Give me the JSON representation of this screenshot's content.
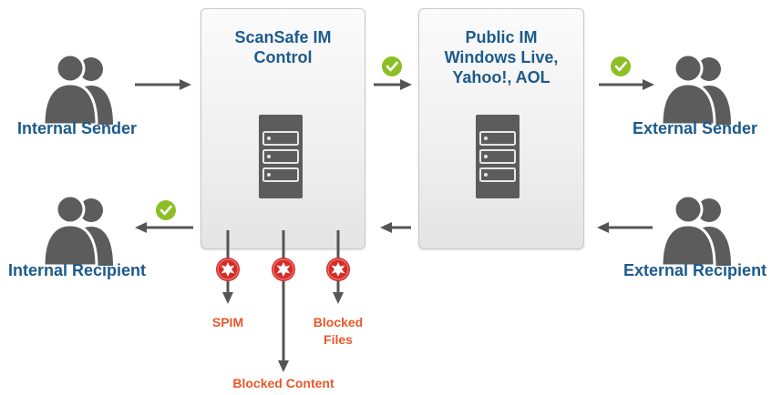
{
  "diagram": {
    "proxy_box": {
      "title_lines": [
        "ScanSafe IM",
        "Control"
      ],
      "icon": "server-icon"
    },
    "public_box": {
      "title_lines": [
        "Public IM",
        "Windows Live,",
        "Yahoo!, AOL"
      ],
      "icon": "server-icon"
    },
    "parties": {
      "internal_sender": {
        "label": "Internal Sender",
        "icon": "users-icon"
      },
      "internal_recipient": {
        "label": "Internal Recipient",
        "icon": "users-icon"
      },
      "external_sender": {
        "label": "External Sender",
        "icon": "users-icon"
      },
      "external_recipient": {
        "label": "External Recipient",
        "icon": "users-icon"
      }
    },
    "blocked_outputs": {
      "spim": {
        "label_lines": [
          "SPIM"
        ],
        "icon": "blocked-burst-icon"
      },
      "content": {
        "label_lines": [
          "Blocked Content"
        ],
        "icon": "blocked-burst-icon"
      },
      "files": {
        "label_lines": [
          "Blocked",
          "Files"
        ],
        "icon": "blocked-burst-icon"
      }
    },
    "icons": {
      "allowed": "check-circle-icon"
    },
    "colors": {
      "title_blue": "#1c5a8c",
      "blocked_orange": "#e8572a",
      "check_green": "#8cbf26",
      "burst_red": "#d52b2b",
      "arrow_gray": "#555555",
      "icon_gray": "#5c5c5c"
    }
  }
}
